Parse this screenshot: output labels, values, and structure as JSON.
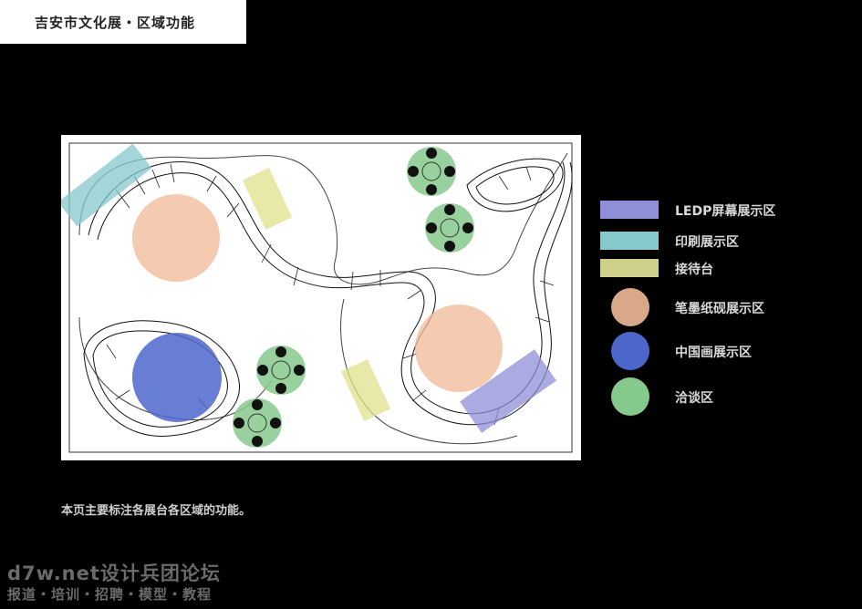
{
  "header": {
    "title": "吉安市文化展・区域功能"
  },
  "legend": {
    "items": [
      {
        "label": "LEDP屏幕展示区",
        "color": "#8f8fd8",
        "shape": "rect"
      },
      {
        "label": "印刷展示区",
        "color": "#86c8cc",
        "shape": "rect"
      },
      {
        "label": "接待台",
        "color": "#cfcf8c",
        "shape": "rect"
      },
      {
        "label": "笔墨纸砚展示区",
        "color": "#d9a888",
        "shape": "circle"
      },
      {
        "label": "中国画展示区",
        "color": "#4d66cc",
        "shape": "circle"
      },
      {
        "label": "洽谈区",
        "color": "#86c98c",
        "shape": "circle"
      }
    ]
  },
  "caption": "本页主要标注各展台各区域的功能。",
  "watermark": {
    "line1": "d7w.net设计兵团论坛",
    "line2": "报道・培训・招聘・模型・教程"
  }
}
